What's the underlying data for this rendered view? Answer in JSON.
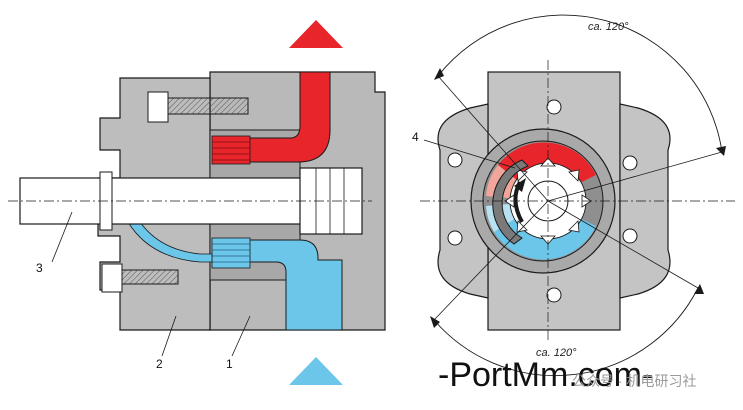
{
  "labels": {
    "part_1": "1",
    "part_2": "2",
    "part_3": "3",
    "part_4": "4"
  },
  "angles": {
    "top": "ca. 120°",
    "bottom": "ca. 120°"
  },
  "watermark": {
    "main": "-PortMm.com-",
    "sub": "公众号 · 机电研习社"
  },
  "colors": {
    "pressure": "#e8252b",
    "suction": "#6cc6ea",
    "housing_gray": "#b9b9b9",
    "housing_dark": "#9c9c9c",
    "rotor_white": "#ffffff",
    "outline": "#1a1a1a"
  },
  "flow_arrows": {
    "top": "pressure-outlet-arrow",
    "bottom": "suction-inlet-arrow"
  }
}
